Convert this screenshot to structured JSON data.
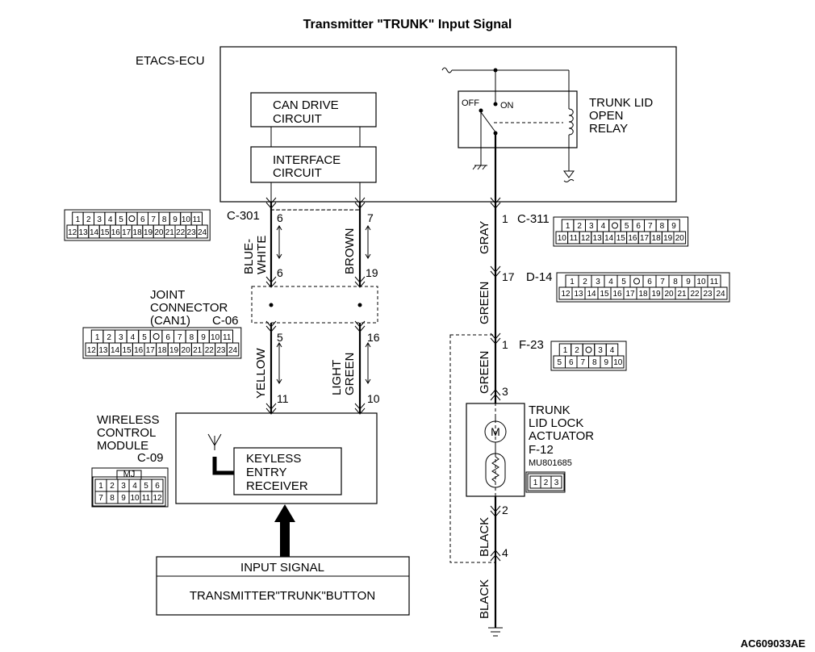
{
  "title": "Transmitter \"TRUNK\" Input Signal",
  "figure_code": "AC609033AE",
  "etacs": {
    "label": "ETACS-ECU",
    "can_drive_circuit": [
      "CAN DRIVE",
      "CIRCUIT"
    ],
    "interface_circuit": [
      "INTERFACE",
      "CIRCUIT"
    ],
    "relay_label": [
      "TRUNK LID",
      "OPEN",
      "RELAY"
    ],
    "relay_off": "OFF",
    "relay_on": "ON"
  },
  "connectors": {
    "c301": {
      "id": "C-301",
      "rows": [
        [
          "1",
          "2",
          "3",
          "4",
          "5",
          "",
          "6",
          "7",
          "8",
          "9",
          "10",
          "11"
        ],
        [
          "12",
          "13",
          "14",
          "15",
          "16",
          "17",
          "18",
          "19",
          "20",
          "21",
          "22",
          "23",
          "24"
        ]
      ]
    },
    "c311": {
      "id": "C-311",
      "rows": [
        [
          "1",
          "2",
          "3",
          "4",
          "",
          "5",
          "6",
          "7",
          "8",
          "9"
        ],
        [
          "10",
          "11",
          "12",
          "13",
          "14",
          "15",
          "16",
          "17",
          "18",
          "19",
          "20"
        ]
      ]
    },
    "d14": {
      "id": "D-14",
      "rows": [
        [
          "1",
          "2",
          "3",
          "4",
          "5",
          "",
          "6",
          "7",
          "8",
          "9",
          "10",
          "11"
        ],
        [
          "12",
          "13",
          "14",
          "15",
          "16",
          "17",
          "18",
          "19",
          "20",
          "21",
          "22",
          "23",
          "24"
        ]
      ]
    },
    "c06": {
      "id": "C-06",
      "name": [
        "JOINT",
        "CONNECTOR",
        "(CAN1)"
      ],
      "rows": [
        [
          "1",
          "2",
          "3",
          "4",
          "5",
          "",
          "6",
          "7",
          "8",
          "9",
          "10",
          "11"
        ],
        [
          "12",
          "13",
          "14",
          "15",
          "16",
          "17",
          "18",
          "19",
          "20",
          "21",
          "22",
          "23",
          "24"
        ]
      ]
    },
    "f23": {
      "id": "F-23",
      "rows": [
        [
          "1",
          "2",
          "",
          "3",
          "4"
        ],
        [
          "5",
          "6",
          "7",
          "8",
          "9",
          "10"
        ]
      ]
    },
    "c09": {
      "id": "C-09",
      "tag": "MJ",
      "rows": [
        [
          "1",
          "2",
          "3",
          "4",
          "5",
          "6"
        ],
        [
          "7",
          "8",
          "9",
          "10",
          "11",
          "12"
        ]
      ]
    },
    "f12": {
      "id": "F-12",
      "part_no": "MU801685",
      "rows": [
        [
          "1",
          "2",
          "3"
        ]
      ]
    }
  },
  "wires": {
    "blue_white": [
      "BLUE-",
      "WHITE"
    ],
    "brown": "BROWN",
    "yellow": "YELLOW",
    "light_green": [
      "LIGHT",
      "GREEN"
    ],
    "gray": "GRAY",
    "green": "GREEN",
    "black": "BLACK"
  },
  "pins": {
    "bw_top": "6",
    "bw_bot": "6",
    "br_top": "7",
    "br_bot": "19",
    "ye_top": "5",
    "ye_bot": "11",
    "lg_top": "16",
    "lg_bot": "10",
    "gray_top": "1",
    "d14_pin": "17",
    "f23_pin": "1",
    "act_top": "3",
    "act_bot": "2",
    "gnd_pin": "4"
  },
  "wireless": {
    "label": [
      "WIRELESS",
      "CONTROL",
      "MODULE"
    ],
    "receiver": [
      "KEYLESS",
      "ENTRY",
      "RECEIVER"
    ]
  },
  "actuator": {
    "label": [
      "TRUNK",
      "LID LOCK",
      "ACTUATOR"
    ],
    "motor_symbol": "M"
  },
  "input": {
    "header": "INPUT SIGNAL",
    "source": "TRANSMITTER\"TRUNK\"BUTTON"
  }
}
